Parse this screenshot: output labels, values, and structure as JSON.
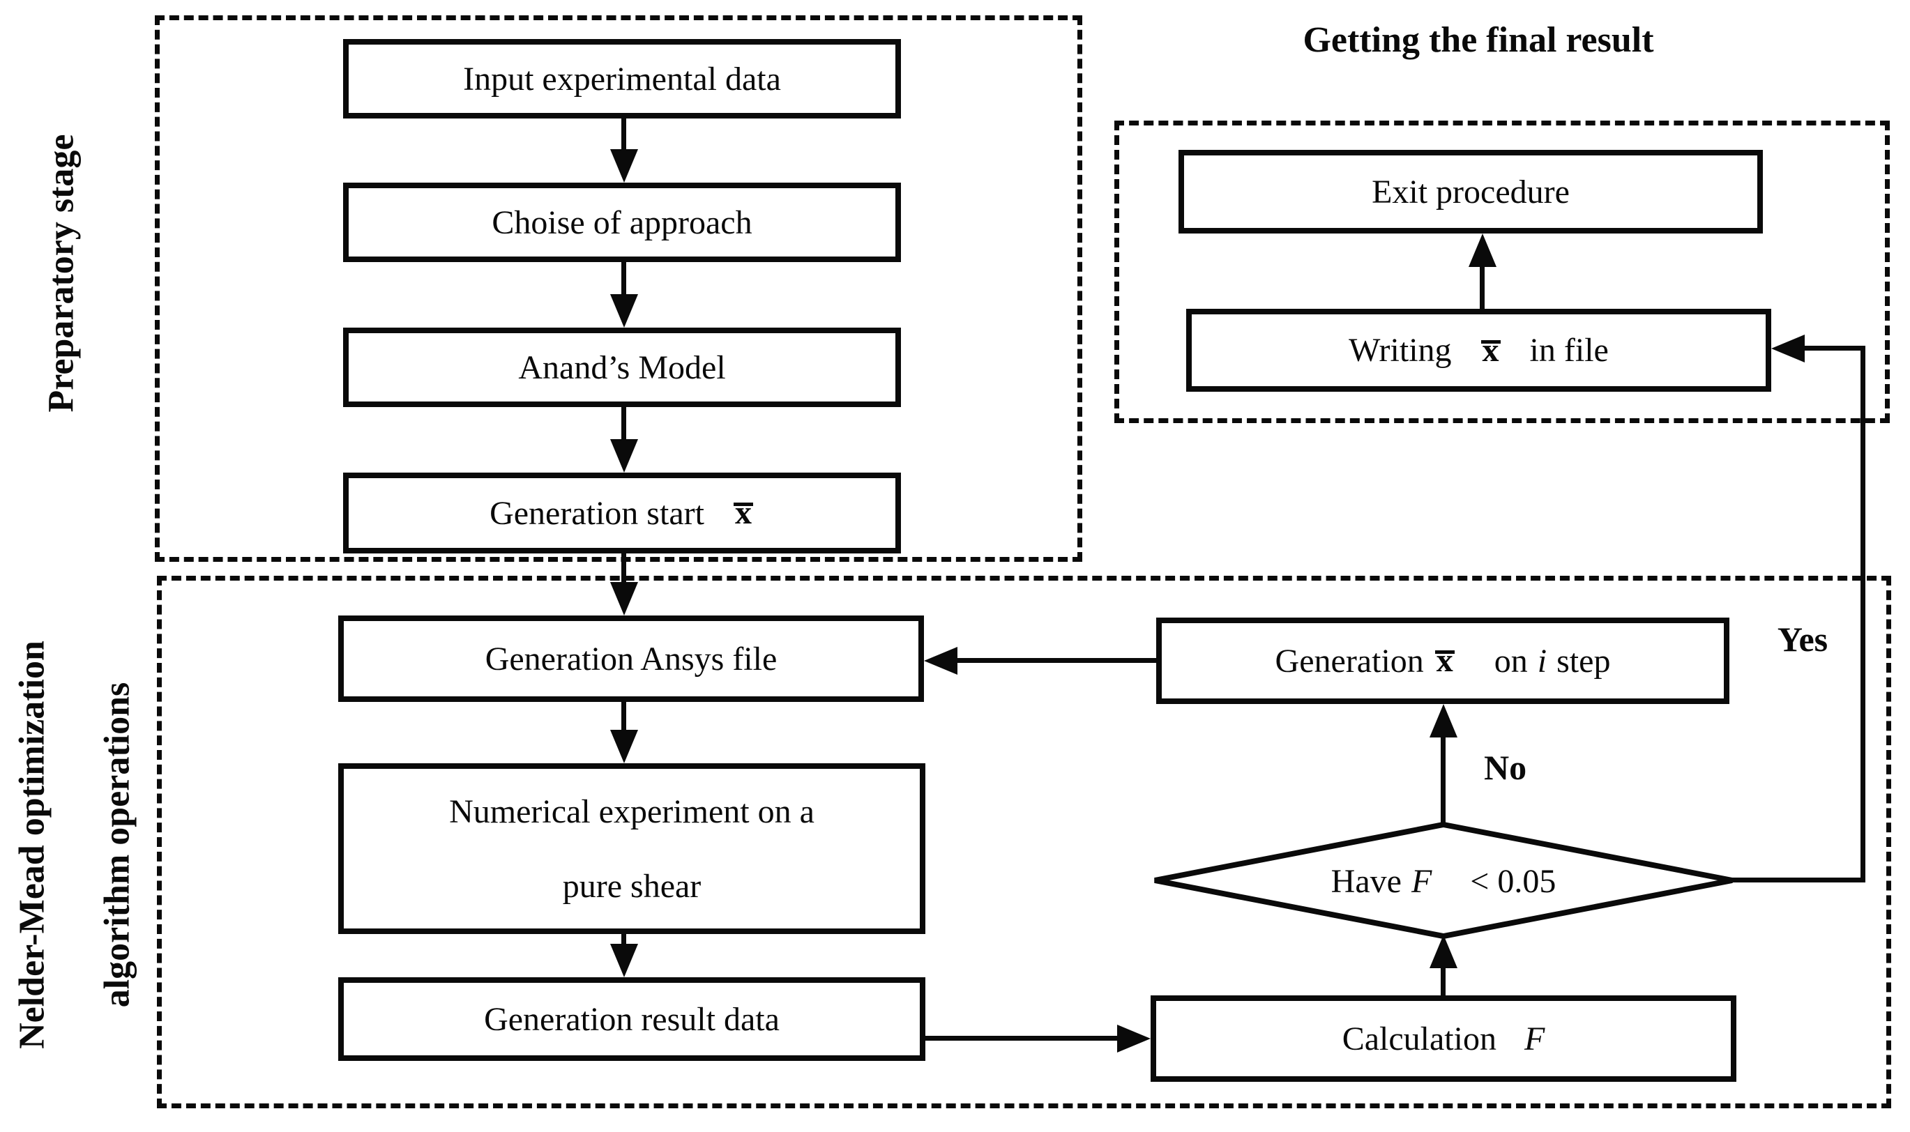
{
  "colors": {
    "ink": "#0a0a0a",
    "background": "#ffffff"
  },
  "groups": {
    "preparatory": {
      "label": "Preparatory stage"
    },
    "final_result": {
      "title": "Getting the final result"
    },
    "nelder_mead": {
      "label_line1": "Nelder-Mead optimization",
      "label_line2": "algorithm operations"
    }
  },
  "nodes": {
    "input_experimental_data": {
      "label": "Input experimental data"
    },
    "choise_of_approach": {
      "label": "Choise of approach"
    },
    "anands_model": {
      "label": "Anand’s Model"
    },
    "generation_start": {
      "prefix": "Generation start",
      "symbol": "x"
    },
    "generation_ansys_file": {
      "label": "Generation Ansys file"
    },
    "numerical_experiment": {
      "line1": "Numerical experiment on a",
      "line2": "pure shear"
    },
    "generation_result_data": {
      "label": "Generation result data"
    },
    "exit_procedure": {
      "label": "Exit procedure"
    },
    "writing_x_in_file": {
      "prefix": "Writing",
      "symbol": "x",
      "suffix": "in file"
    },
    "generation_x_on_i_step": {
      "prefix": "Generation",
      "symbol": "x",
      "mid": "on",
      "var": "i",
      "suffix": "step"
    },
    "decision_have_f": {
      "prefix": "Have",
      "var": "F",
      "condition": "< 0.05"
    },
    "calculation_f": {
      "prefix": "Calculation",
      "var": "F"
    }
  },
  "edges": {
    "yes_label": "Yes",
    "no_label": "No"
  }
}
